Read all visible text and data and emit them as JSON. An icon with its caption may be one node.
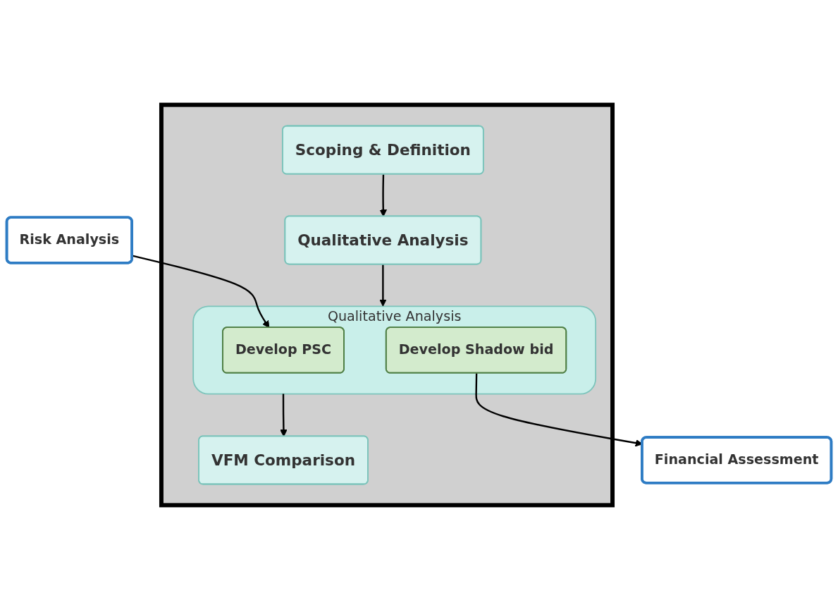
{
  "diagram": {
    "nodes": [
      {
        "text": [],
        "shape": "box"
      },
      {
        "text": [
          "Scoping & Definition"
        ],
        "in": 0
      },
      {
        "text": [
          "Qualitative Analysis"
        ],
        "in": 0
      },
      {
        "text": [
          "Qualitative Analysis"
        ],
        "in": 0
      },
      {
        "text": [
          "Develop PSC"
        ],
        "in": 3
      },
      {
        "text": [
          "Develop Shadow bid"
        ],
        "in": 3
      },
      {
        "text": [
          "VFM Comparison"
        ],
        "in": 0
      },
      {
        "text": [
          "Risk Analysis"
        ]
      },
      {
        "text": [
          "Financial Assessment"
        ]
      }
    ],
    "edges": [
      {
        "from": 1,
        "to": 2,
        "arrow": "to"
      },
      {
        "from": 2,
        "to": 3,
        "arrow": "to"
      },
      {
        "from": 3,
        "to": 6,
        "arrow": "to"
      },
      {
        "from": 7,
        "to": 4,
        "arrow": "to"
      },
      {
        "from": 5,
        "to": 8,
        "arrow": "to"
      }
    ]
  }
}
